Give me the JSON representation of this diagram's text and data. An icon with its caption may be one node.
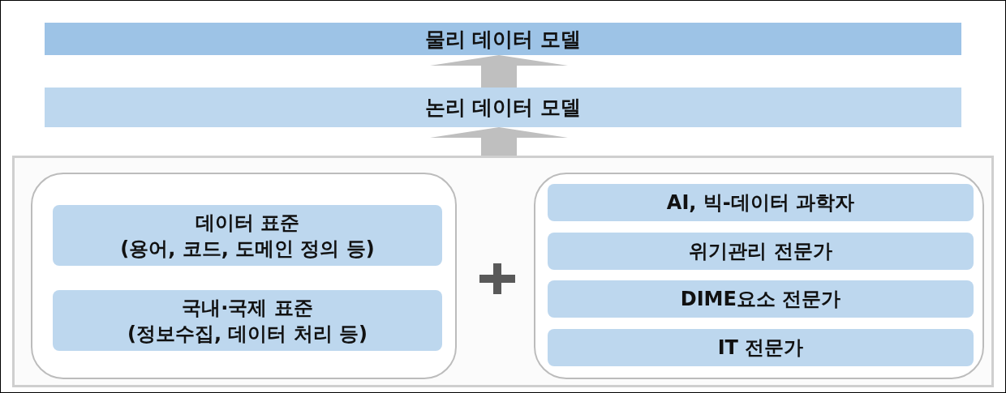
{
  "diagram": {
    "nodes": [
      {
        "text": [
          "물리 데이터 모델"
        ]
      },
      {
        "text": [
          "논리 데이터 모델"
        ]
      },
      {
        "text": [],
        "shape": "box"
      },
      {
        "text": [],
        "shape": "box",
        "in": 2
      },
      {
        "text": [
          "데이터 표준",
          "(용어, 코드, 도메인 정의 등)"
        ],
        "in": 3
      },
      {
        "text": [
          "국내·국제 표준",
          "(정보수집, 데이터 처리 등)"
        ],
        "in": 3
      },
      {
        "text": [],
        "shape": "box",
        "in": 2
      },
      {
        "text": [
          "AI, 빅-데이터 과학자"
        ],
        "in": 6
      },
      {
        "text": [
          "위기관리 전문가"
        ],
        "in": 6
      },
      {
        "text": [
          "DIME요소 전문가"
        ],
        "in": 6
      },
      {
        "text": [
          "IT 전문가"
        ],
        "in": 6
      }
    ],
    "edges": [
      {
        "from": 1,
        "to": 0,
        "arrow": "to",
        "style": "thick"
      },
      {
        "from": 2,
        "to": 1,
        "arrow": "to",
        "style": "thick"
      }
    ]
  }
}
